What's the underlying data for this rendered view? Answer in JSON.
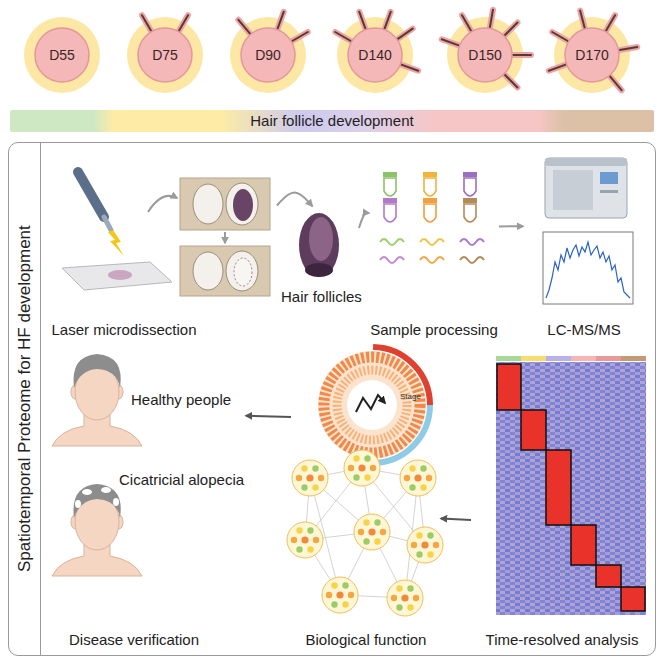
{
  "diagram": {
    "nodes": [
      {
        "text": [
          "D55"
        ]
      },
      {
        "text": [
          "D75"
        ]
      },
      {
        "text": [
          "D90"
        ]
      },
      {
        "text": [
          "D140"
        ]
      },
      {
        "text": [
          "D150"
        ]
      },
      {
        "text": [
          "D170"
        ]
      },
      {
        "text": [
          "Hair follicle development"
        ]
      },
      {
        "text": [
          "Spatiotemporal Proteome for HF development"
        ]
      },
      {
        "text": [
          "Laser microdissection"
        ],
        "in": 7
      },
      {
        "text": [
          "Hair follicles"
        ],
        "in": 7
      },
      {
        "text": [
          "Sample processing"
        ],
        "in": 7
      },
      {
        "text": [
          "LC-MS/MS"
        ],
        "in": 7
      },
      {
        "text": [
          "Time-resolved analysis"
        ],
        "in": 7
      },
      {
        "text": [
          "Biological function"
        ],
        "in": 7
      },
      {
        "text": [
          "Disease verification"
        ],
        "in": 7
      },
      {
        "text": [
          "Healthy people"
        ],
        "in": 14
      },
      {
        "text": [
          "Cicatricial alopecia"
        ],
        "in": 14
      }
    ],
    "edges": [
      {
        "from": 8,
        "to": 9,
        "arrow": "to"
      },
      {
        "from": 9,
        "to": 10,
        "arrow": "to"
      },
      {
        "from": 10,
        "to": 11,
        "arrow": "to"
      },
      {
        "from": 12,
        "to": 13,
        "arrow": "to"
      },
      {
        "from": 13,
        "to": 14,
        "arrow": "to"
      }
    ],
    "labels": [
      "Stage"
    ]
  }
}
